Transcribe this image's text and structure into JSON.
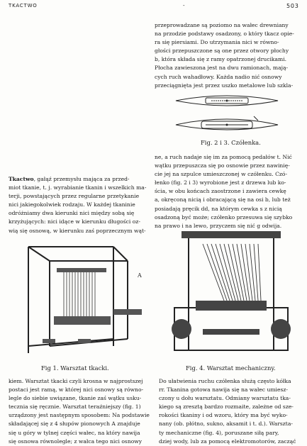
{
  "header": {
    "left": "TKACTWO",
    "dash": "-",
    "page_number": "503"
  },
  "right_top": {
    "lines": [
      "przeprowadzane są poziomo na wałec drewniany",
      "na przodzie podstawy osadzony, o który tkacz opie-",
      "ra się piersiami. Do utrzymania nici w równo-",
      "głości przepuszczone są one przez otwory płochy",
      "b, która składa się z ramy opatrzonej drucikami.",
      "Płocha zawieszona jest na dwu ramionach, mają-",
      "cych ruch wahadłowy. Każda nadio nić osnowy",
      "przeciągnięta jest przez uszko metalowe lub szkla-"
    ]
  },
  "fig23": {
    "caption": "Fig. 2 i 3. Czółenka."
  },
  "right_mid": {
    "lines": [
      "ne, a ruch nadaje się im za pomocą pedałów t. Nić",
      "wątku przepuszcza się po osnowie przez nawinię-",
      "cie jej na szpulce umieszczonej w czółenku. Czó-",
      "łenko (fig. 2 i 3) wyrobione jest z drzewa lub ko-",
      "ścia, w obu końcach zaostrzone i zawiera cewkę",
      "a, okręconą nicią i obracającą się na osi b, lub też",
      "posiadają pręcik dd, na którym cewka s z nicią",
      "osadzoną być może; czółenko przesuwa się szybko",
      "na prawo i na lewo, przyczem się nić g odwija."
    ]
  },
  "left_top": {
    "lines": [
      "Tkactwo, gałąź przemysłu mająca za przed-",
      "miot tkanie, t. j. wyrabianie tkanin i wszelkich ma-",
      "terji, powstających przez regularne przetykanie",
      "nici jakiegokolwiek rodzaju. W każdej tkaninie",
      "odróżniamy dwa kierunki nici między sobą się",
      "krzyżujących: nici idące w kierunku długości oz-",
      "wią się osnową, w kierunku zaś poprzecznym wąt-"
    ]
  },
  "fig1": {
    "caption": "Fig 1. Warsztat tkacki.",
    "letter_a": "A"
  },
  "fig4": {
    "caption": "Fig. 4. Warsztat mechaniczny."
  },
  "left_bottom": {
    "lines": [
      "kiem. Warsztat tkacki czyli krosna w najprostszej",
      "postaci jest ramą, w której nici osnowy są równo-",
      "legle do siebie uwiązane, tkanie zaś wątku usku-",
      "tecznia się ręcznie. Warsztat teraźniejszy (fig. 1)",
      "urządzony jest następnym sposobem: Na podstawie",
      "składającej się z 4 słupów pionowych A znajduje",
      "się u góry w tylnej części wałec, na który nawija",
      "się osnowa równolegle; z wałca tego nici osnowy"
    ]
  },
  "right_bottom": {
    "lines": [
      "Do ułatwienia ruchu czółenka służą często kółka",
      "rr. Tkanina gotowa nawija się na wałec umiesz-",
      "czony u dołu warsztatu. Odmiany warsztatu tka-",
      "kiego są zresztą bardzo rozmaite, zależne od sze-",
      "rokości tkaniny i od wzoru, który ma być wyko-",
      "nany (ob. płótno, sukno, aksamit i t. d.). Warszta-",
      "ty mechaniczne (fig. 4), poruszane siłą pary,",
      "dziej wody, lub za pomocą elektromotorów, zacząć"
    ]
  }
}
